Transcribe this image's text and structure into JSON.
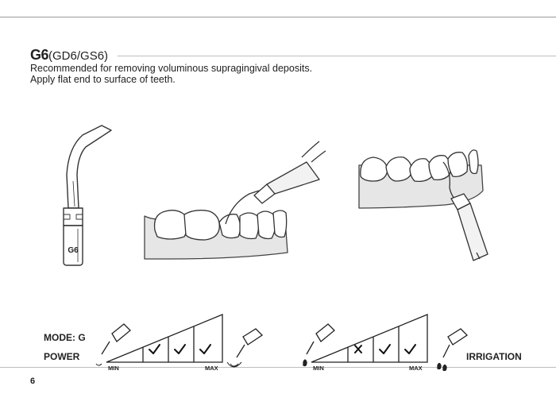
{
  "header": {
    "code": "G6",
    "variants": "(GD6/GS6)",
    "line1": "Recommended for removing voluminous supragingival deposits.",
    "line2": "Apply flat end to surface of teeth."
  },
  "tip_label": "G6",
  "controls": {
    "mode_label": "MODE: G",
    "power_label": "POWER",
    "irrigation_label": "IRRIGATION",
    "power_scale": {
      "min_label": "MIN",
      "max_label": "MAX",
      "marks": [
        "check-icon",
        "check-icon",
        "check-icon"
      ]
    },
    "irrigation_scale": {
      "min_label": "MIN",
      "max_label": "MAX",
      "marks": [
        "cross-icon",
        "check-icon",
        "check-icon"
      ]
    }
  },
  "page_number": "6",
  "colors": {
    "text": "#222222",
    "line": "#333333",
    "gum": "#e6e6e6",
    "rule": "#bdbdbd"
  }
}
